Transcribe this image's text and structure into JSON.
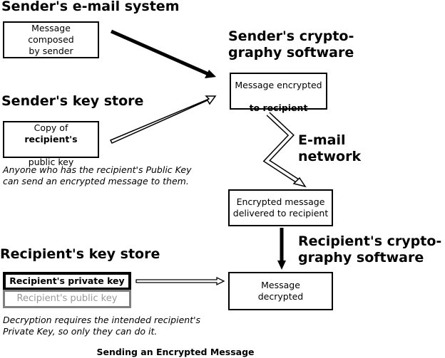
{
  "headings": {
    "sender_email": "Sender's e-mail system",
    "sender_crypto": "Sender's crypto-\ngraphy software",
    "sender_keystore": "Sender's key store",
    "email_network": "E-mail\nnetwork",
    "recipient_crypto": "Recipient's crypto-\ngraphy software",
    "recipient_keystore": "Recipient's key store"
  },
  "boxes": {
    "message_composed": "Message composed\nby sender",
    "encrypted_prefix": "Message encrypted",
    "encrypted_bold": "to recipient",
    "copy_prefix": "Copy of ",
    "copy_bold": "recipient's",
    "copy_suffix": "public key",
    "delivered": "Encrypted message\ndelivered to recipient",
    "private_key": "Recipient's private key",
    "public_key": "Recipient's public key",
    "decrypted": "Message\ndecrypted"
  },
  "notes": {
    "public_key_note": "Anyone who has the recipient's Public Key\ncan send an encrypted message to them.",
    "private_key_note": "Decryption requires the intended recipient's\nPrivate Key, so only they can do it."
  },
  "caption": "Sending an Encrypted Message",
  "colors": {
    "ink": "#000000",
    "muted_box": "#808080",
    "muted_text": "#999999"
  }
}
